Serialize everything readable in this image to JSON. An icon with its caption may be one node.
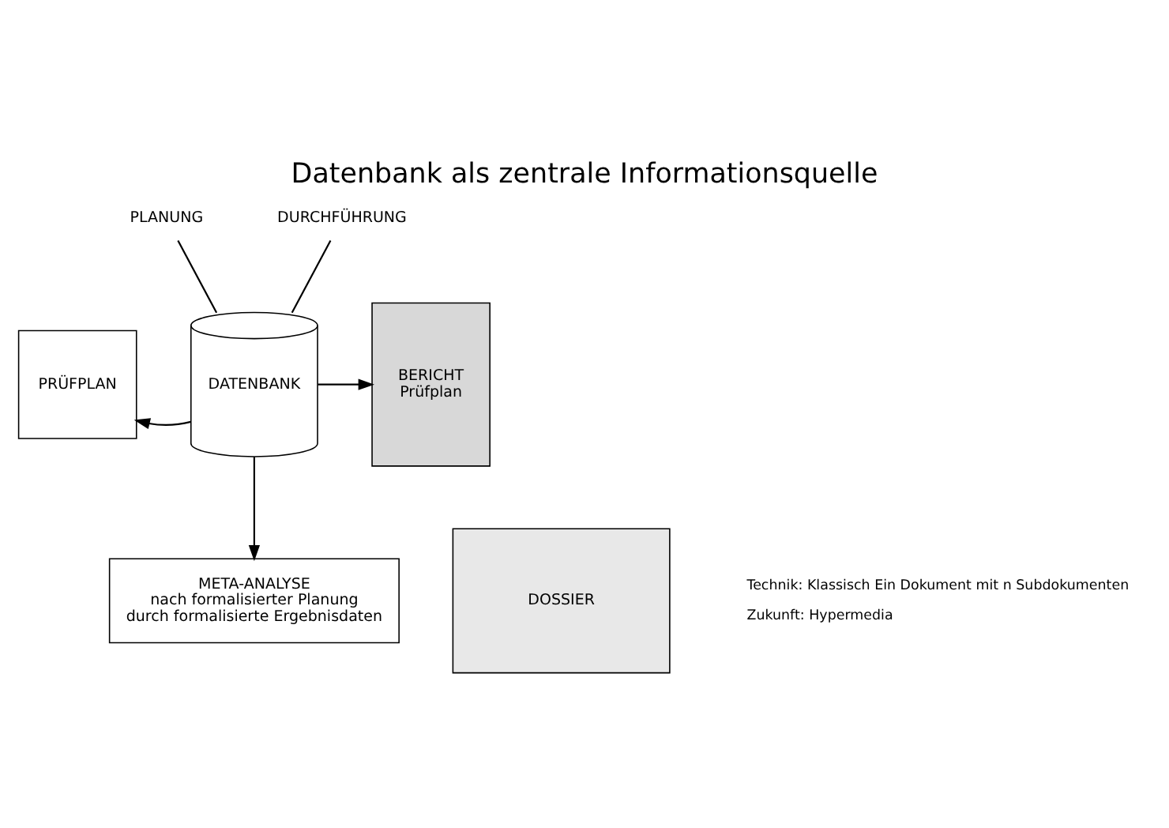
{
  "diagram": {
    "title": "Datenbank als zentrale Informationsquelle",
    "nodes": [
      {
        "text": [
          "PLANUNG"
        ]
      },
      {
        "text": [
          "DURCHFÜHRUNG"
        ]
      },
      {
        "text": [
          "DATENBANK"
        ]
      },
      {
        "text": [
          "PRÜFPLAN"
        ]
      },
      {
        "text": [
          "BERICHT",
          "Prüfplan"
        ]
      },
      {
        "text": [
          "META-ANALYSE",
          "nach formalisierter Planung",
          "durch formalisierte Ergebnisdaten"
        ]
      },
      {
        "text": [
          "DOSSIER"
        ],
        "beside": [
          "Technik: Klassisch Ein Dokument mit n Subdokumenten",
          "Zukunft: Hypermedia"
        ]
      }
    ],
    "edges": [
      {
        "from": 0,
        "to": 2,
        "arrow": "none"
      },
      {
        "from": 1,
        "to": 2,
        "arrow": "none"
      },
      {
        "from": 2,
        "to": 3,
        "arrow": "to"
      },
      {
        "from": 2,
        "to": 4,
        "arrow": "to"
      },
      {
        "from": 2,
        "to": 5,
        "arrow": "to"
      }
    ]
  }
}
